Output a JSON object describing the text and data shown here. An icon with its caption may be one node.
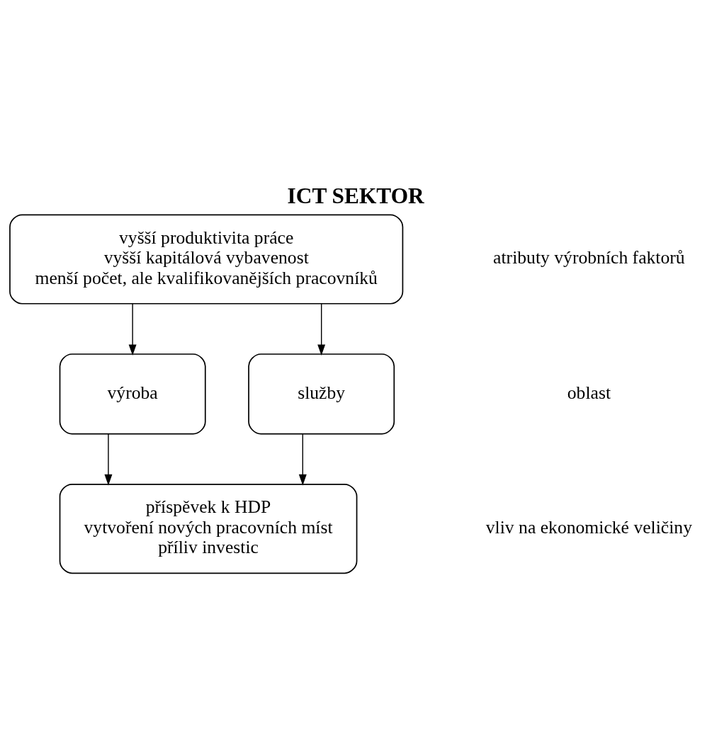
{
  "diagram": {
    "title": "ICT SEKTOR",
    "nodes": [
      {
        "text": [
          "vyšší produktivita práce",
          "vyšší kapitálová vybavenost",
          "menší počet, ale kvalifikovanějších pracovníků"
        ]
      },
      {
        "text": [
          "výroba"
        ]
      },
      {
        "text": [
          "služby"
        ]
      },
      {
        "text": [
          "příspěvek k HDP",
          "vytvoření nových pracovních míst",
          "příliv investic"
        ]
      }
    ],
    "edges": [
      {
        "from": 0,
        "to": 1,
        "arrow": "to"
      },
      {
        "from": 0,
        "to": 2,
        "arrow": "to"
      },
      {
        "from": 1,
        "to": 3,
        "arrow": "to"
      },
      {
        "from": 2,
        "to": 3,
        "arrow": "to"
      }
    ],
    "labels": [
      "atributy výrobních faktorů",
      "oblast",
      "vliv na ekonomické veličiny"
    ]
  }
}
